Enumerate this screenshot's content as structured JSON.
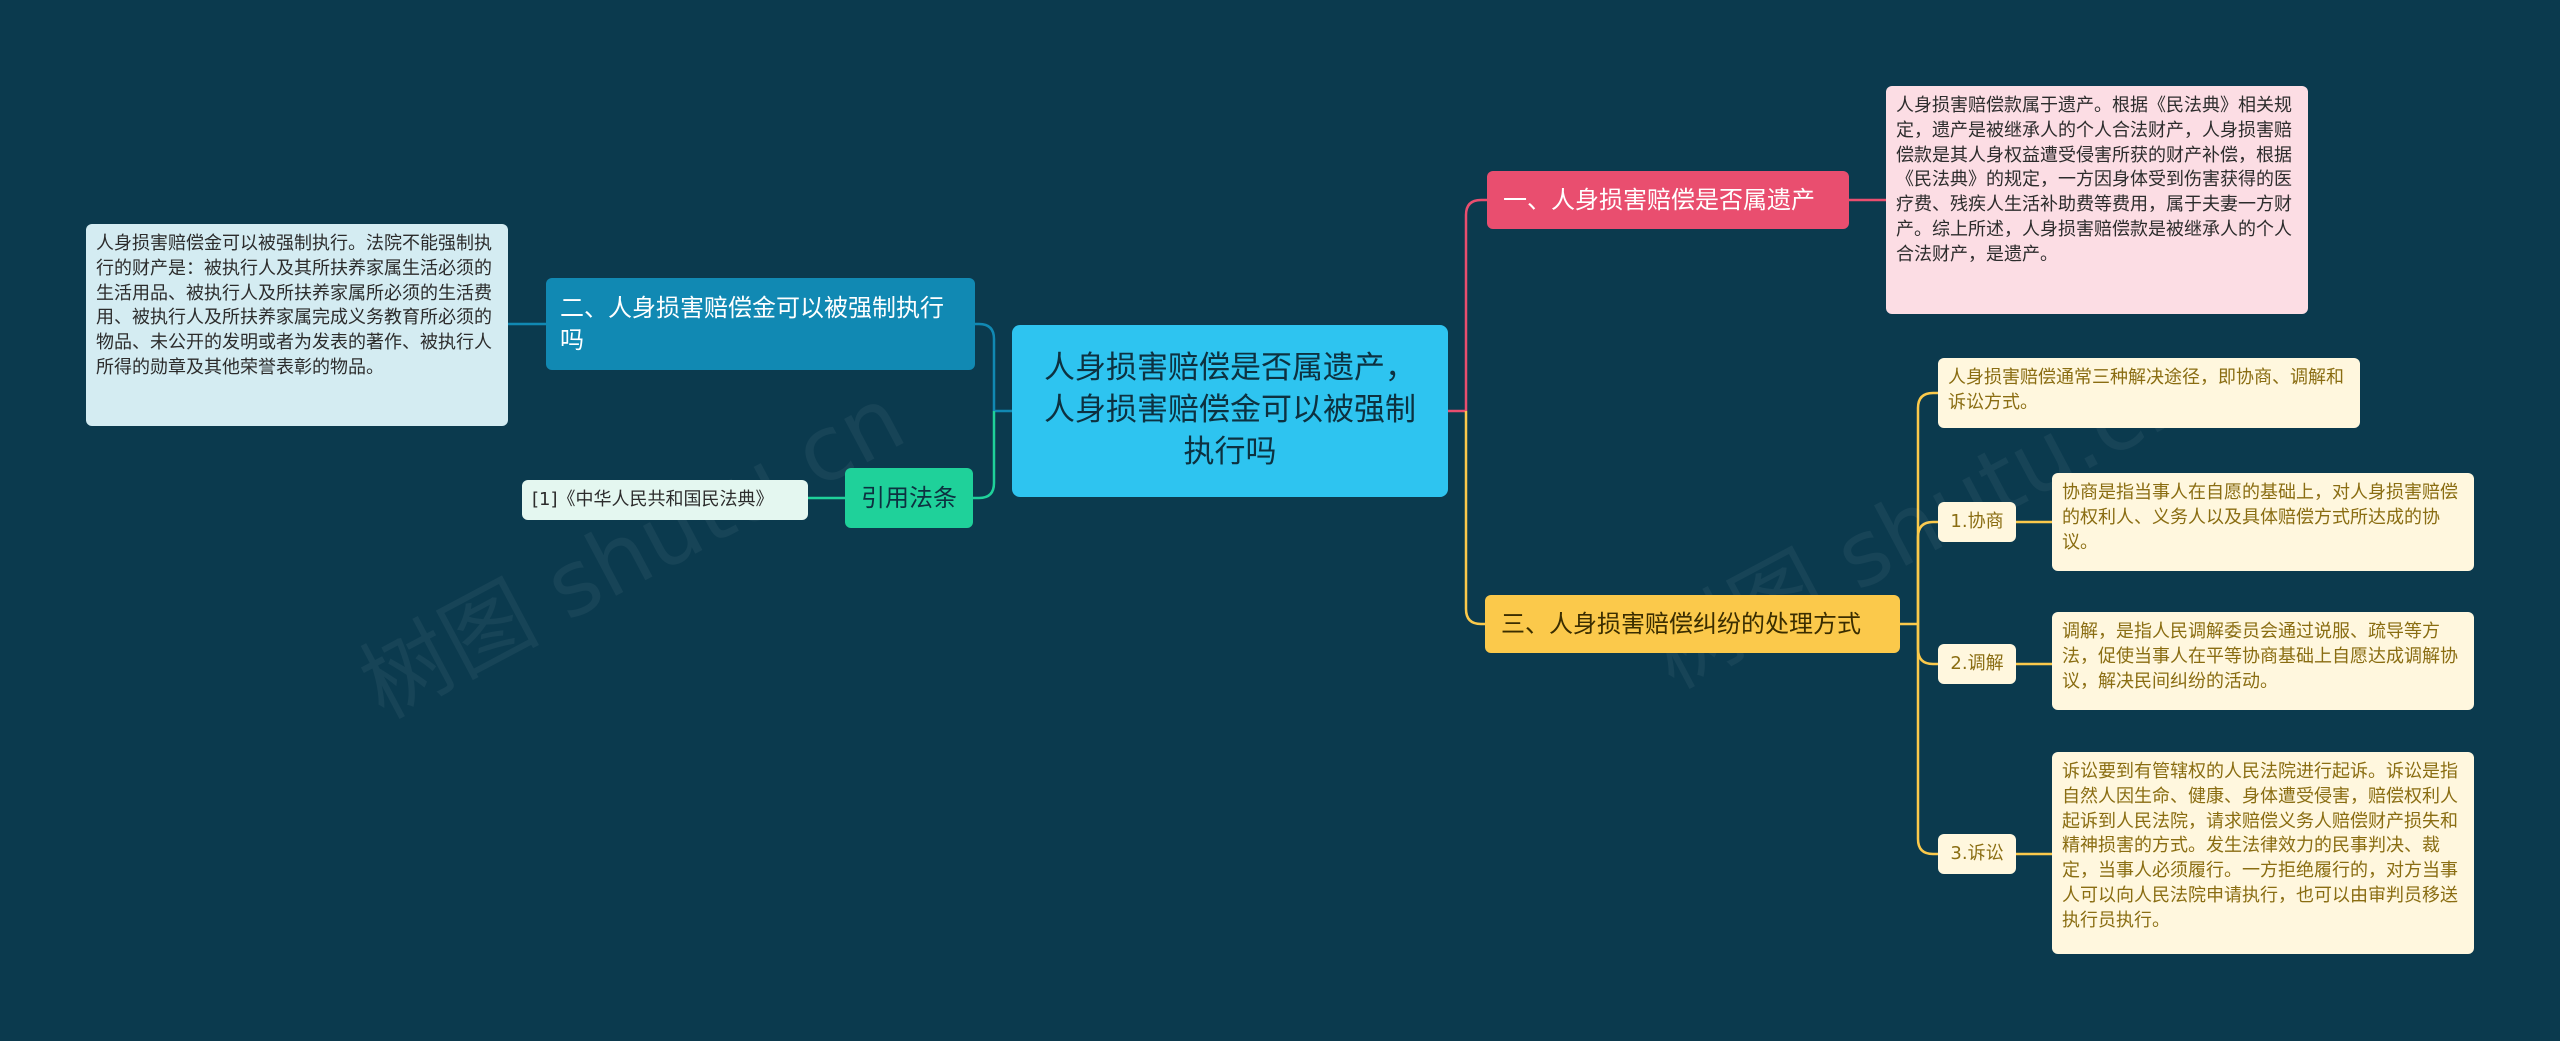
{
  "mindmap": {
    "center": "人身损害赔偿是否属遗产，人身损害赔偿金可以被强制执行吗",
    "branch1": {
      "label": "一、人身损害赔偿是否属遗产",
      "color": "#e94e6f",
      "leaf": "人身损害赔偿款属于遗产。根据《民法典》相关规定，遗产是被继承人的个人合法财产，人身损害赔偿款是其人身权益遭受侵害所获的财产补偿，根据《民法典》的规定，一方因身体受到伤害获得的医疗费、残疾人生活补助费等费用，属于夫妻一方财产。综上所述，人身损害赔偿款是被继承人的个人合法财产，是遗产。"
    },
    "branch2": {
      "label": "二、人身损害赔偿金可以被强制执行吗",
      "color": "#1189b3",
      "leaf": "人身损害赔偿金可以被强制执行。法院不能强制执行的财产是：被执行人及其所扶养家属生活必须的生活用品、被执行人及所扶养家属所必须的生活费用、被执行人及所扶养家属完成义务教育所必须的物品、未公开的发明或者为发表的著作、被执行人所得的勋章及其他荣誉表彰的物品。"
    },
    "branch3": {
      "label": "三、人身损害赔偿纠纷的处理方式",
      "color": "#fbc94b",
      "intro": "人身损害赔偿通常三种解决途径，即协商、调解和诉讼方式。",
      "items": [
        {
          "label": "1.协商",
          "desc": "协商是指当事人在自愿的基础上，对人身损害赔偿的权利人、义务人以及具体赔偿方式所达成的协议。"
        },
        {
          "label": "2.调解",
          "desc": "调解，是指人民调解委员会通过说服、疏导等方法，促使当事人在平等协商基础上自愿达成调解协议，解决民间纠纷的活动。"
        },
        {
          "label": "3.诉讼",
          "desc": "诉讼要到有管辖权的人民法院进行起诉。诉讼是指自然人因生命、健康、身体遭受侵害，赔偿权利人起诉到人民法院，请求赔偿义务人赔偿财产损失和精神损害的方式。发生法律效力的民事判决、裁定，当事人必须履行。一方拒绝履行的，对方当事人可以向人民法院申请执行，也可以由审判员移送执行员执行。"
        }
      ]
    },
    "citation": {
      "label": "引用法条",
      "color": "#1fd19a",
      "leaf": "[1]《中华人民共和国民法典》"
    }
  },
  "watermarks": [
    "树图 shutu.cn",
    "树图 shutu.cn"
  ],
  "colors": {
    "background": "#0b3a4e",
    "center": "#2ec4f0"
  }
}
